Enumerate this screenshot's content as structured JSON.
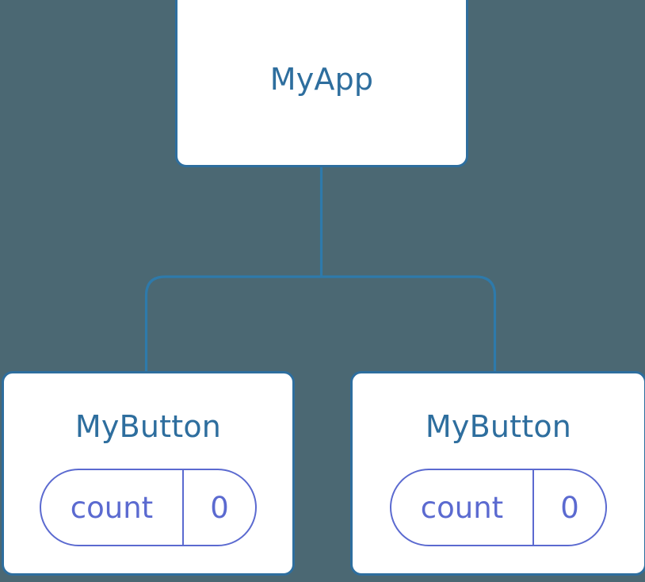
{
  "diagram": {
    "type": "component-tree",
    "background_color": "#4b6873",
    "node_border_color": "#2e6e9e",
    "node_fill_color": "#ffffff",
    "node_title_color": "#2e6e9e",
    "state_pill_color": "#5b6ad0",
    "connector_color": "#2e7aab",
    "root": {
      "title": "MyApp"
    },
    "children": [
      {
        "title": "MyButton",
        "state": {
          "key": "count",
          "value": "0"
        }
      },
      {
        "title": "MyButton",
        "state": {
          "key": "count",
          "value": "0"
        }
      }
    ]
  }
}
